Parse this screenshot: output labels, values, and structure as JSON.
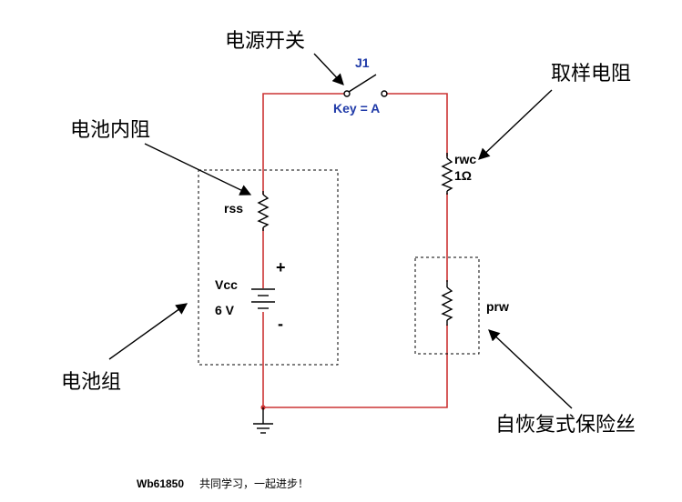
{
  "annotations": {
    "power_switch": "电源开关",
    "sampling_resistor": "取样电阻",
    "battery_internal_resistance": "电池内阻",
    "battery_pack": "电池组",
    "resettable_fuse": "自恢复式保险丝"
  },
  "components": {
    "switch": {
      "ref": "J1",
      "key": "Key = A"
    },
    "rwc": {
      "ref": "rwc",
      "value": "1Ω"
    },
    "rss": {
      "ref": "rss"
    },
    "battery": {
      "ref": "Vcc",
      "value": "6 V",
      "plus": "+",
      "minus": "-"
    },
    "prw": {
      "ref": "prw"
    }
  },
  "footer": {
    "id": "Wb61850",
    "text": "共同学习，一起进步！"
  },
  "colors": {
    "wire": "#cc3333",
    "switch_label": "#1f3aa8"
  }
}
